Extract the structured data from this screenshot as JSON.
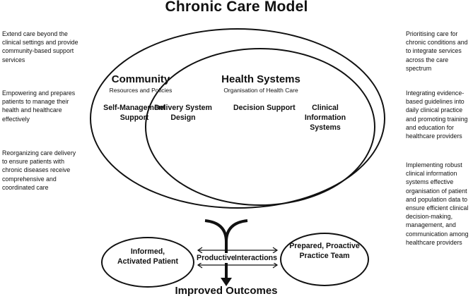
{
  "title": "Chronic Care Model",
  "left_notes": [
    "Extend care beyond the clinical settings and provide community-based support services",
    "Empowering and prepares patients to manage their health and healthcare effectively",
    "Reorganizing care delivery to ensure patients with chronic diseases receive comprehensive and coordinated care"
  ],
  "right_notes": [
    "Prioritising care for chronic conditions and to integrate services across the care spectrum",
    "Integrating evidence-based guidelines into daily clinical practice and promoting training and education for healthcare providers",
    "Implementing robust clinical information systems effective organisation of patient and population data to ensure efficient clinical decision-making, management, and communication among healthcare providers"
  ],
  "community": {
    "title": "Community",
    "subtitle": "Resources and Policies",
    "item": "Self-Management Support"
  },
  "health_systems": {
    "title": "Health Systems",
    "subtitle": "Organisation of Health Care",
    "items": [
      "Delivery System Design",
      "Decision Support",
      "Clinical Information Systems"
    ]
  },
  "patient": "Informed, Activated Patient",
  "team": "Prepared, Proactive Practice Team",
  "interaction_left": "Productive",
  "interaction_right": "Interactions",
  "outcome": "Improved Outcomes"
}
